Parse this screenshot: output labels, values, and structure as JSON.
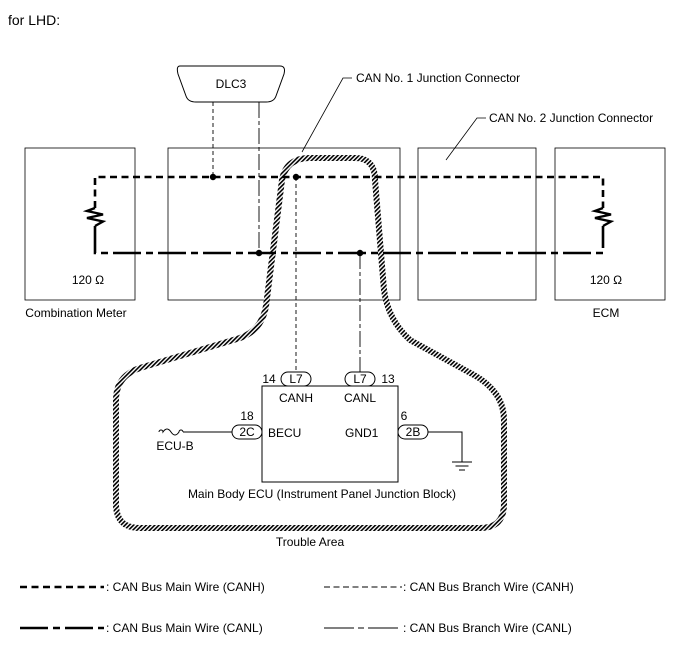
{
  "title": "for LHD:",
  "components": {
    "dlc3": "DLC3",
    "combination_meter": "Combination Meter",
    "ecm": "ECM",
    "resistor_left": "120 Ω",
    "resistor_right": "120 Ω",
    "can_j1": "CAN No. 1 Junction Connector",
    "can_j2": "CAN No. 2 Junction Connector",
    "main_body_ecu": "Main Body ECU (Instrument Panel Junction Block)",
    "trouble_area": "Trouble Area"
  },
  "ecu": {
    "pin_canh_no": "14",
    "pin_canh_conn": "L7",
    "pin_canh_label": "CANH",
    "pin_canl_conn": "L7",
    "pin_canl_no": "13",
    "pin_canl_label": "CANL",
    "pin_becu_no": "18",
    "pin_becu_conn": "2C",
    "pin_becu_label": "BECU",
    "pin_gnd_no": "6",
    "pin_gnd_conn": "2B",
    "pin_gnd_label": "GND1",
    "ecub_label": "ECU-B"
  },
  "legend": {
    "main_canh": ": CAN Bus Main Wire (CANH)",
    "branch_canh": ": CAN Bus Branch Wire (CANH)",
    "main_canl": ": CAN Bus Main Wire (CANL)",
    "branch_canl": ": CAN Bus Branch Wire (CANL)"
  }
}
